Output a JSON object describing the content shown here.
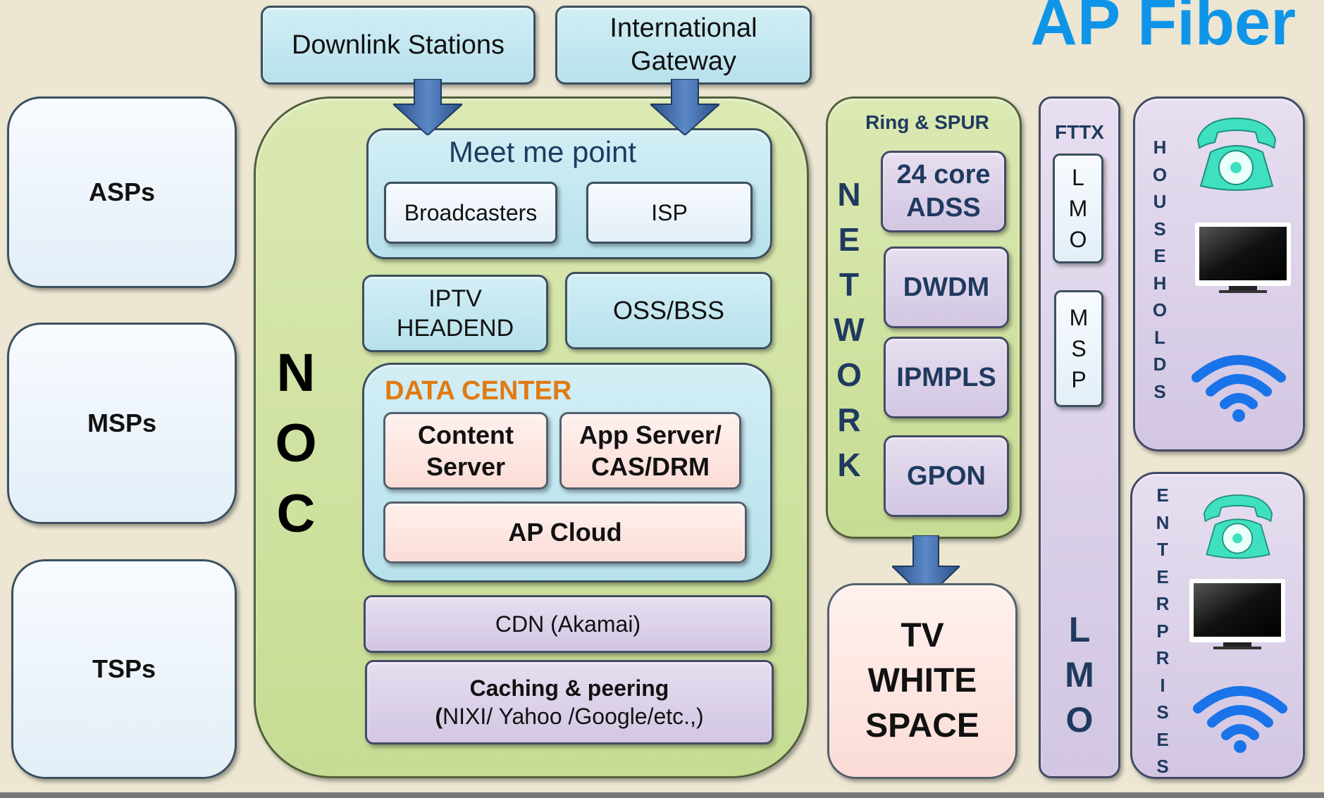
{
  "title": "AP Fiber",
  "top": {
    "downlink": "Downlink Stations",
    "gateway_l1": "International",
    "gateway_l2": "Gateway"
  },
  "left": {
    "asps": "ASPs",
    "msps": "MSPs",
    "tsps": "TSPs"
  },
  "noc": {
    "letters": [
      "N",
      "O",
      "C"
    ],
    "meet_title": "Meet me point",
    "broadcasters": "Broadcasters",
    "isp": "ISP",
    "iptv_l1": "IPTV",
    "iptv_l2": "HEADEND",
    "oss": "OSS/BSS",
    "dc_title": "DATA CENTER",
    "content_l1": "Content",
    "content_l2": "Server",
    "app_l1": "App Server/",
    "app_l2": "CAS/DRM",
    "cloud": "AP Cloud",
    "cdn": "CDN (Akamai)",
    "caching_l1": "Caching & peering",
    "caching_l2_paren": "(",
    "caching_l2": "NIXI/ Yahoo /Google/etc.,)"
  },
  "network": {
    "header": "Ring & SPUR",
    "letters": [
      "N",
      "E",
      "T",
      "W",
      "O",
      "R",
      "K"
    ],
    "adss_l1": "24 core",
    "adss_l2": "ADSS",
    "dwdm": "DWDM",
    "ipmpls": "IPMPLS",
    "gpon": "GPON"
  },
  "tvws": {
    "l1": "TV",
    "l2": "WHITE",
    "l3": "SPACE"
  },
  "lmo_col": {
    "header": "FTTX",
    "lmo_letters": [
      "L",
      "M",
      "O"
    ],
    "msp_letters": [
      "M",
      "S",
      "P"
    ],
    "bottom_letters": [
      "L",
      "M",
      "O"
    ]
  },
  "households": {
    "letters": [
      "H",
      "O",
      "U",
      "S",
      "E",
      "H",
      "O",
      "L",
      "D",
      "S"
    ],
    "icons": [
      "telephone-icon",
      "tv-icon",
      "wifi-icon"
    ]
  },
  "enterprises": {
    "letters": [
      "E",
      "N",
      "T",
      "E",
      "R",
      "P",
      "R",
      "I",
      "S",
      "E",
      "S"
    ],
    "icons": [
      "telephone-icon",
      "tv-icon",
      "wifi-icon"
    ]
  },
  "colors": {
    "title": "#0f95e8",
    "data_center": "#e07a12",
    "network_text": "#1f3a5f",
    "wifi": "#1a73e8",
    "phone": "#3fe0c0"
  }
}
